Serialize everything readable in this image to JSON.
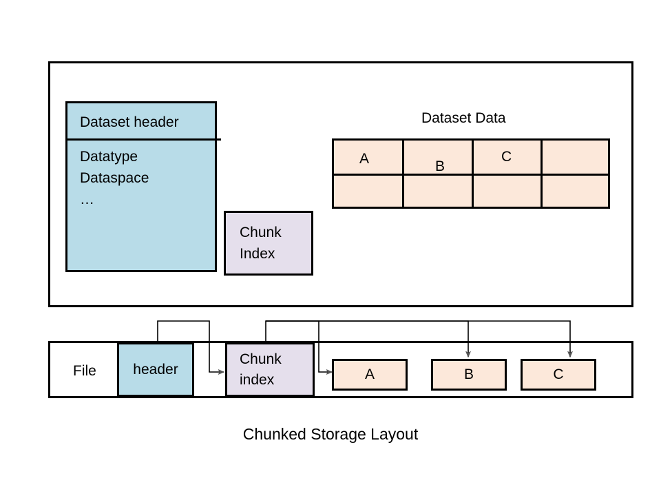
{
  "figure": {
    "caption": "Chunked Storage Layout"
  },
  "dataset_container": {
    "name": "dataset-container"
  },
  "dataset_object": {
    "header_label": "Dataset header",
    "body_lines": [
      "Datatype",
      "Dataspace",
      "…"
    ]
  },
  "chunk_index": {
    "line1": "Chunk",
    "line2": "Index"
  },
  "dataset_data": {
    "caption": "Dataset Data",
    "columns": 4,
    "rows": 2,
    "cells": [
      [
        "A",
        "B",
        "C",
        ""
      ],
      [
        "",
        "",
        "",
        ""
      ]
    ]
  },
  "file_strip": {
    "label": "File",
    "header_label": "header",
    "chunk_index_line1": "Chunk",
    "chunk_index_line2": "index",
    "chunks": [
      "A",
      "B",
      "C"
    ]
  },
  "colors": {
    "header_blue": "#b8dce8",
    "chunk_index_lavender": "#e5dfec",
    "data_peach": "#fce8da",
    "stroke": "#000000",
    "background": "#ffffff"
  }
}
